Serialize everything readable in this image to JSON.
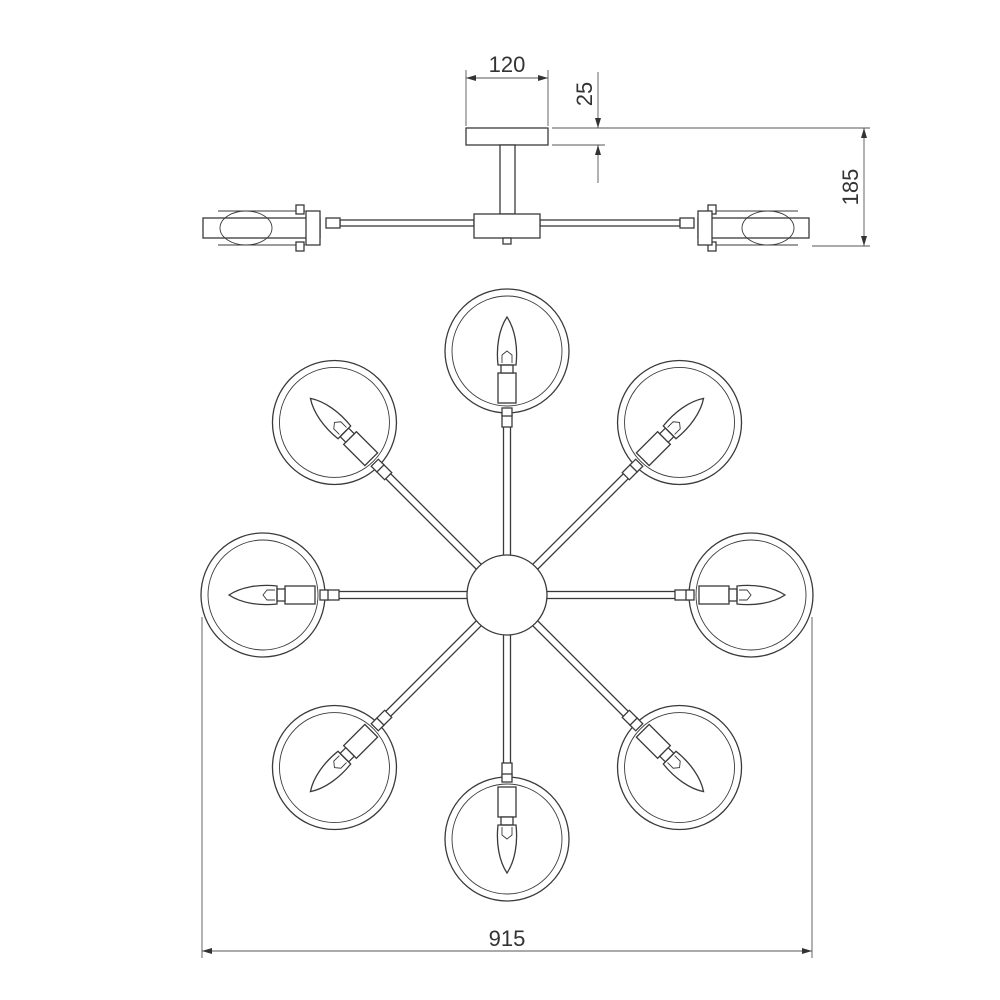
{
  "dimensions": {
    "canopy_width": "120",
    "canopy_thickness": "25",
    "total_height": "185",
    "total_diameter": "915"
  },
  "lamps": [
    {
      "id": "lamp-0",
      "angle_deg": 0
    },
    {
      "id": "lamp-45",
      "angle_deg": 45
    },
    {
      "id": "lamp-90",
      "angle_deg": 90
    },
    {
      "id": "lamp-135",
      "angle_deg": 135
    },
    {
      "id": "lamp-180",
      "angle_deg": 180
    },
    {
      "id": "lamp-225",
      "angle_deg": 225
    },
    {
      "id": "lamp-270",
      "angle_deg": 270
    },
    {
      "id": "lamp-315",
      "angle_deg": 315
    }
  ]
}
